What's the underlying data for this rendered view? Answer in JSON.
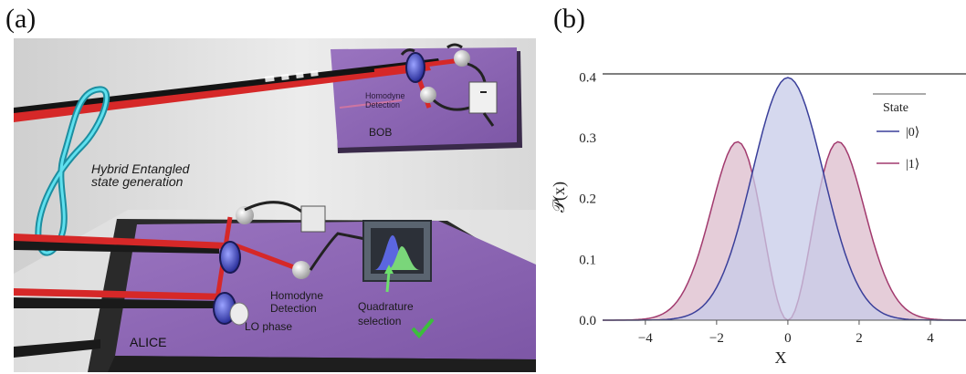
{
  "panel_a": {
    "label": "(a)",
    "labels": {
      "bob": "BOB",
      "bob_detection": "Homodyne\nDetection",
      "hybrid": "Hybrid Entangled\nstate generation",
      "alice_detection": "Homodyne\nDetection",
      "lo_phase": "LO phase",
      "alice": "ALICE",
      "quadrature": "Quadrature\nselection"
    },
    "colors": {
      "table": "#8f67b5",
      "beam": "#d62828",
      "loop": "#38c7d8",
      "check": "#3bbf3b"
    }
  },
  "panel_b": {
    "label": "(b)"
  },
  "chart_data": {
    "type": "area",
    "xlabel": "X",
    "ylabel": "𝒫(x)",
    "xlim": [
      -5.2,
      5
    ],
    "ylim": [
      0,
      0.405
    ],
    "xticks": [
      -4,
      -2,
      0,
      2,
      4
    ],
    "xtick_labels": [
      "−4",
      "−2",
      "0",
      "2",
      "4"
    ],
    "yticks": [
      0.0,
      0.1,
      0.2,
      0.3,
      0.4
    ],
    "ytick_labels": [
      "0.0",
      "0.1",
      "0.2",
      "0.3",
      "0.4"
    ],
    "legend": {
      "title": "State",
      "position": "top-right"
    },
    "x_step": 0.1,
    "series": [
      {
        "name": "|0⟩",
        "formula": "exp(-x^2/2)/sqrt(2*pi)",
        "peak": {
          "x": 0,
          "y": 0.399
        },
        "color": "#3a3f9a",
        "fill": "#c7cbe8"
      },
      {
        "name": "|1⟩",
        "formula": "x^2*exp(-x^2/2)/sqrt(2*pi)",
        "peaks": [
          {
            "x": -1.41,
            "y": 0.293
          },
          {
            "x": 1.41,
            "y": 0.293
          }
        ],
        "color": "#a23a6e",
        "fill": "#dcbccc"
      }
    ]
  }
}
